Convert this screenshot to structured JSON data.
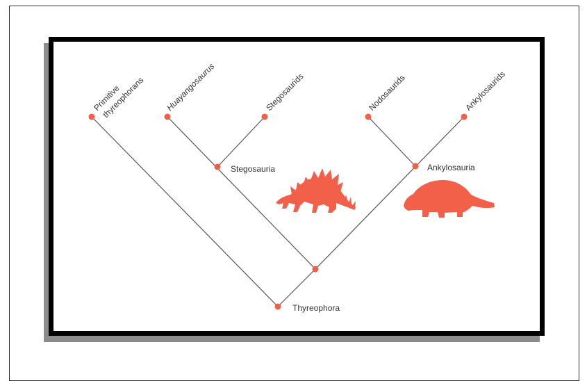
{
  "diagram": {
    "taxa": {
      "primitive_line1": "Primitive",
      "primitive_line2": "thyreophorans",
      "huayangosaurus": "Huayangosaurus",
      "stegosaurids": "Stegosaurids",
      "nodosaurids": "Nodosaurids",
      "ankylosaurids": "Ankylosaurids"
    },
    "clades": {
      "stegosauria": "Stegosauria",
      "ankylosauria": "Ankylosauria",
      "thyreophora": "Thyreophora"
    },
    "colors": {
      "node": "#f2604a",
      "silhouette": "#f2604a",
      "edge": "#555555",
      "frame": "#000000",
      "shadow": "#8c8c8c"
    },
    "icons": [
      "stegosaurus-silhouette-icon",
      "ankylosaurus-silhouette-icon"
    ]
  }
}
